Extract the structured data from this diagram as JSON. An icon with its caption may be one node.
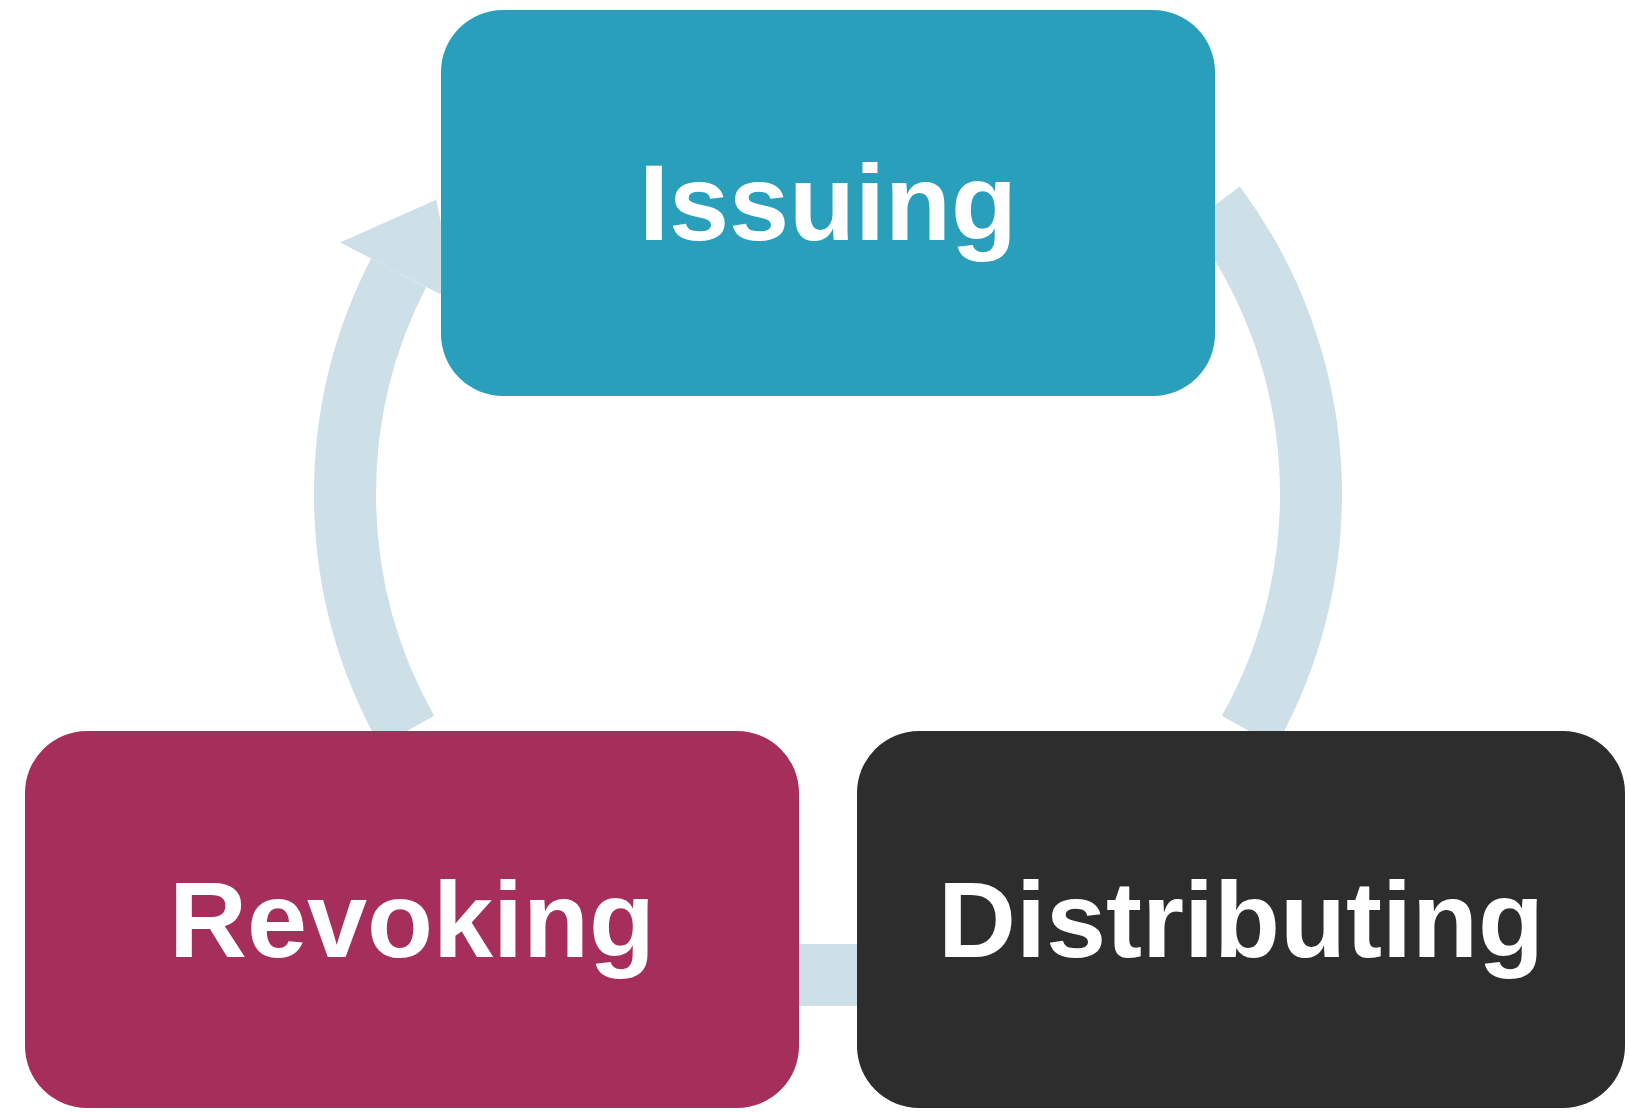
{
  "diagram": {
    "nodes": [
      {
        "text": [
          "Issuing"
        ]
      },
      {
        "text": [
          "Revoking"
        ]
      },
      {
        "text": [
          "Distributing"
        ]
      }
    ],
    "edges": [
      {
        "from": 0,
        "to": 2,
        "arrow": "none"
      },
      {
        "from": 2,
        "to": 1,
        "arrow": "none"
      },
      {
        "from": 1,
        "to": 0,
        "arrow": "to"
      }
    ]
  }
}
